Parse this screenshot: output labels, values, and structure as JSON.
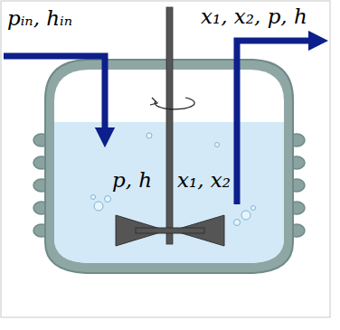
{
  "diagram": {
    "labels": [
      "pᵢₙ, hᵢₙ",
      "x₁, x₂, p, h",
      "p, h",
      "x₁, x₂"
    ]
  }
}
